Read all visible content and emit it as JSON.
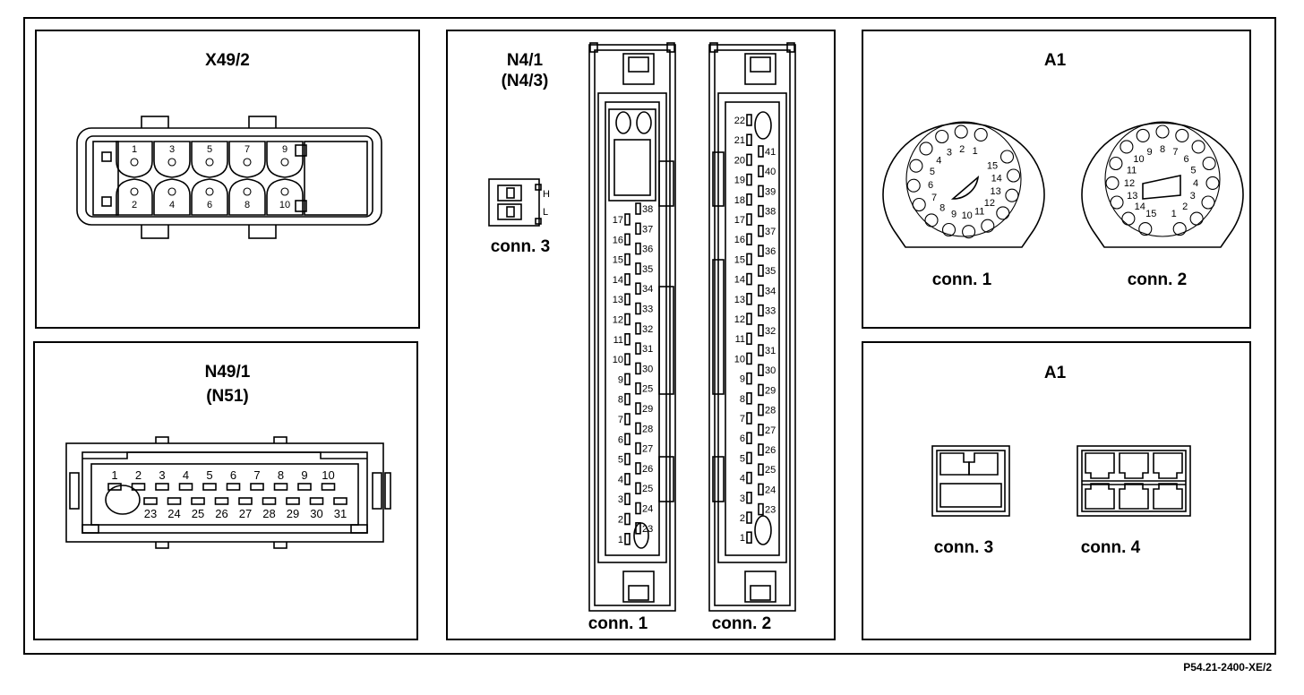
{
  "panels": {
    "x49": {
      "title": "X49/2",
      "pins_top": [
        "1",
        "3",
        "5",
        "7",
        "9"
      ],
      "pins_bottom": [
        "2",
        "4",
        "6",
        "8",
        "10"
      ]
    },
    "n49": {
      "title": "N49/1",
      "subtitle": "(N51)",
      "pins_top": [
        "1",
        "2",
        "3",
        "4",
        "5",
        "6",
        "7",
        "8",
        "9",
        "10"
      ],
      "pins_bottom": [
        "23",
        "24",
        "25",
        "26",
        "27",
        "28",
        "29",
        "30",
        "31"
      ]
    },
    "n4": {
      "title": "N4/1",
      "subtitle": "(N4/3)",
      "conn3_label": "conn. 3",
      "conn3_high": "H",
      "conn3_low": "L",
      "conn1_label": "conn. 1",
      "conn2_label": "conn. 2",
      "conn1_left": [
        "17",
        "16",
        "15",
        "14",
        "13",
        "12",
        "11",
        "10",
        "9",
        "8",
        "7",
        "6",
        "5",
        "4",
        "3",
        "2",
        "1"
      ],
      "conn1_right": [
        "38",
        "37",
        "36",
        "35",
        "34",
        "33",
        "32",
        "31",
        "30",
        "25",
        "29",
        "28",
        "27",
        "26",
        "25",
        "24",
        "23"
      ],
      "conn2_left": [
        "22",
        "21",
        "20",
        "19",
        "18",
        "17",
        "16",
        "15",
        "14",
        "13",
        "12",
        "11",
        "10",
        "9",
        "8",
        "7",
        "6",
        "5",
        "4",
        "3",
        "2",
        "1"
      ],
      "conn2_right": [
        "41",
        "40",
        "39",
        "38",
        "37",
        "36",
        "35",
        "34",
        "33",
        "32",
        "31",
        "30",
        "29",
        "28",
        "27",
        "26",
        "25",
        "24",
        "23"
      ]
    },
    "a1_top": {
      "title": "A1",
      "conn1_label": "conn. 1",
      "conn2_label": "conn. 2",
      "conn1_pins": [
        "1",
        "2",
        "3",
        "4",
        "5",
        "6",
        "7",
        "8",
        "9",
        "10",
        "11",
        "12",
        "13",
        "14",
        "15"
      ],
      "conn2_pins": [
        "1",
        "2",
        "3",
        "4",
        "5",
        "6",
        "7",
        "8",
        "9",
        "10",
        "11",
        "12",
        "13",
        "14",
        "15"
      ]
    },
    "a1_bottom": {
      "title": "A1",
      "conn3_label": "conn. 3",
      "conn4_label": "conn. 4"
    }
  },
  "reference": "P54.21-2400-XE/2"
}
